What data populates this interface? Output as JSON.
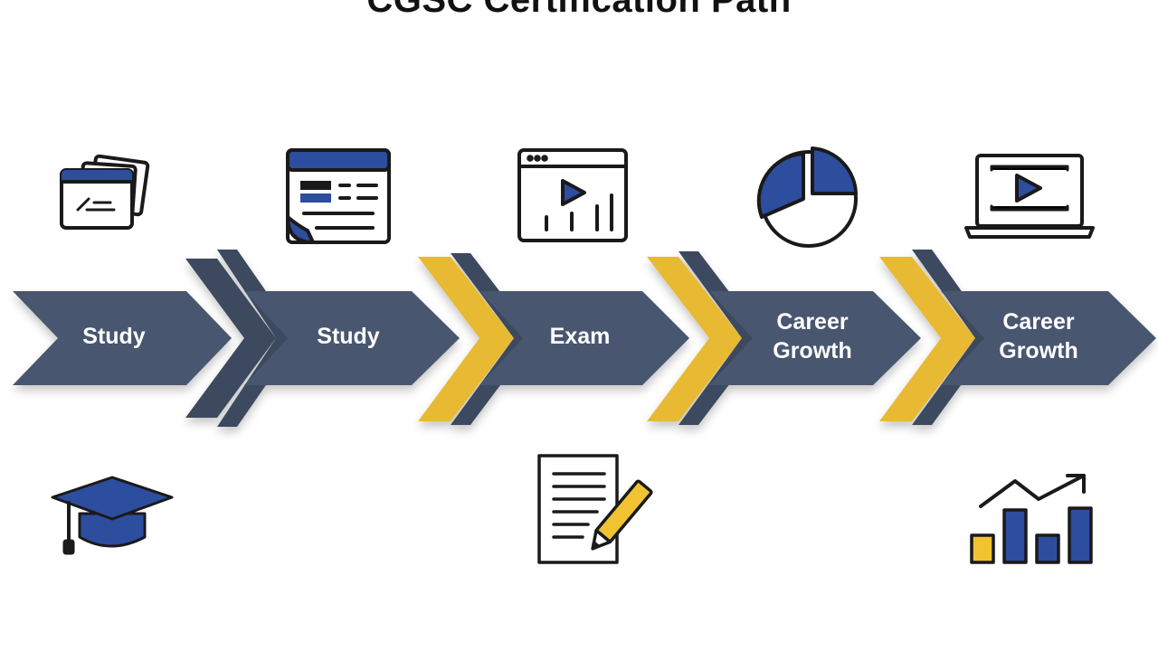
{
  "title": "CGSC Certification Path",
  "colors": {
    "arrow": "#4a5670",
    "arrow_dark": "#3e485e",
    "chevron_gold": "#e8b930",
    "icon_blue": "#2d4d9e",
    "icon_stroke": "#1a1a1a",
    "icon_gold": "#f1c232",
    "label": "#ffffff"
  },
  "steps": [
    {
      "lines": [
        "Study"
      ],
      "icon_top": "course-cards-icon",
      "icon_bottom": "graduation-cap-icon"
    },
    {
      "lines": [
        "Study"
      ],
      "icon_top": "document-dashboard-icon",
      "icon_bottom": ""
    },
    {
      "lines": [
        "Exam"
      ],
      "icon_top": "video-lesson-chart-icon",
      "icon_bottom": "exam-paper-pencil-icon"
    },
    {
      "lines": [
        "Career",
        "Growth"
      ],
      "icon_top": "pie-chart-icon",
      "icon_bottom": ""
    },
    {
      "lines": [
        "Career",
        "Growth"
      ],
      "icon_top": "laptop-video-icon",
      "icon_bottom": "growth-bar-chart-icon"
    }
  ],
  "connectors": [
    "dark",
    "gold",
    "gold",
    "gold"
  ]
}
